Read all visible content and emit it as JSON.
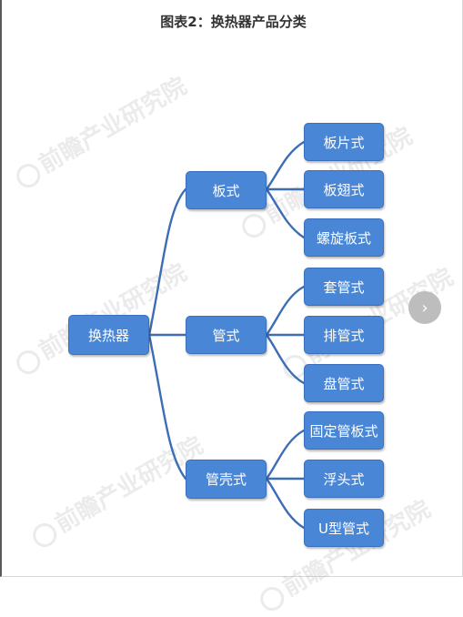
{
  "title": "图表2：换热器产品分类",
  "watermark": "前瞻产业研究院",
  "diagram": {
    "root": "换热器",
    "categories": [
      {
        "label": "板式",
        "children": [
          "板片式",
          "板翅式",
          "螺旋板式"
        ]
      },
      {
        "label": "管式",
        "children": [
          "套管式",
          "排管式",
          "盘管式"
        ]
      },
      {
        "label": "管壳式",
        "children": [
          "固定管板式",
          "浮头式",
          "U型管式"
        ]
      }
    ]
  },
  "nav": {
    "next_icon": "chevron-right-icon",
    "next_glyph": "›"
  },
  "colors": {
    "node_fill": "#4a86d6",
    "connector": "#3d6db4",
    "title": "#333333"
  }
}
